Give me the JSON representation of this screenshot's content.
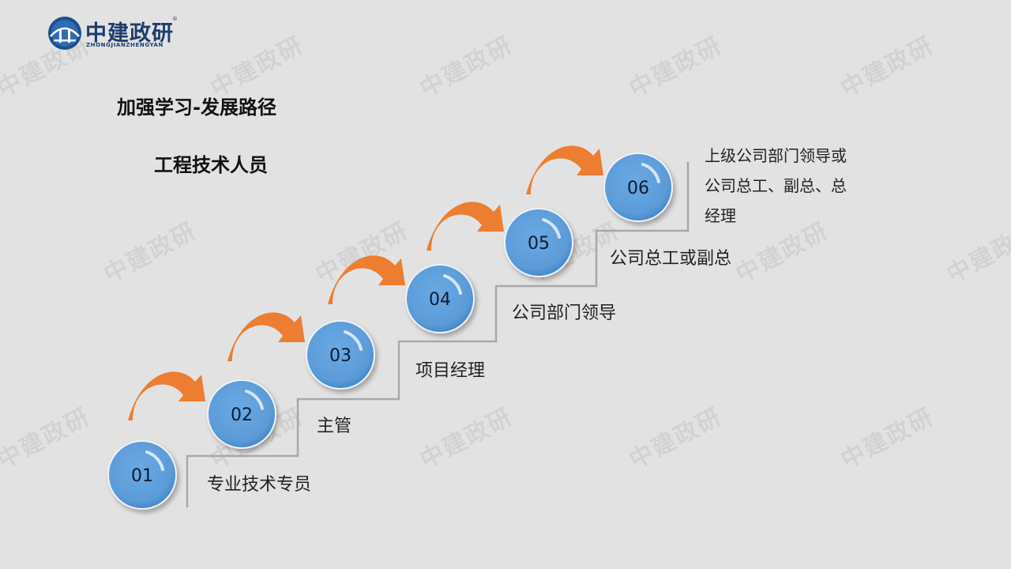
{
  "logo": {
    "name_cn": "中建政研",
    "name_en": "ZHONGJIANZHENGYAN",
    "registered": "®",
    "watermark": "中建政研"
  },
  "heading": "加强学习-发展路径",
  "subheading": "工程技术人员",
  "colors": {
    "circle": "#5b9bd8",
    "arrow": "#ed7d31",
    "stair_line": "#a8a8a8",
    "background": "#e2e2e2"
  },
  "steps": [
    {
      "number": "01",
      "label": "专业技术专员"
    },
    {
      "number": "02",
      "label": "主管"
    },
    {
      "number": "03",
      "label": "项目经理"
    },
    {
      "number": "04",
      "label": "公司部门领导"
    },
    {
      "number": "05",
      "label": "公司总工或副总"
    },
    {
      "number": "06",
      "label": "上级公司部门领导或公司总工、副总、总经理"
    }
  ]
}
